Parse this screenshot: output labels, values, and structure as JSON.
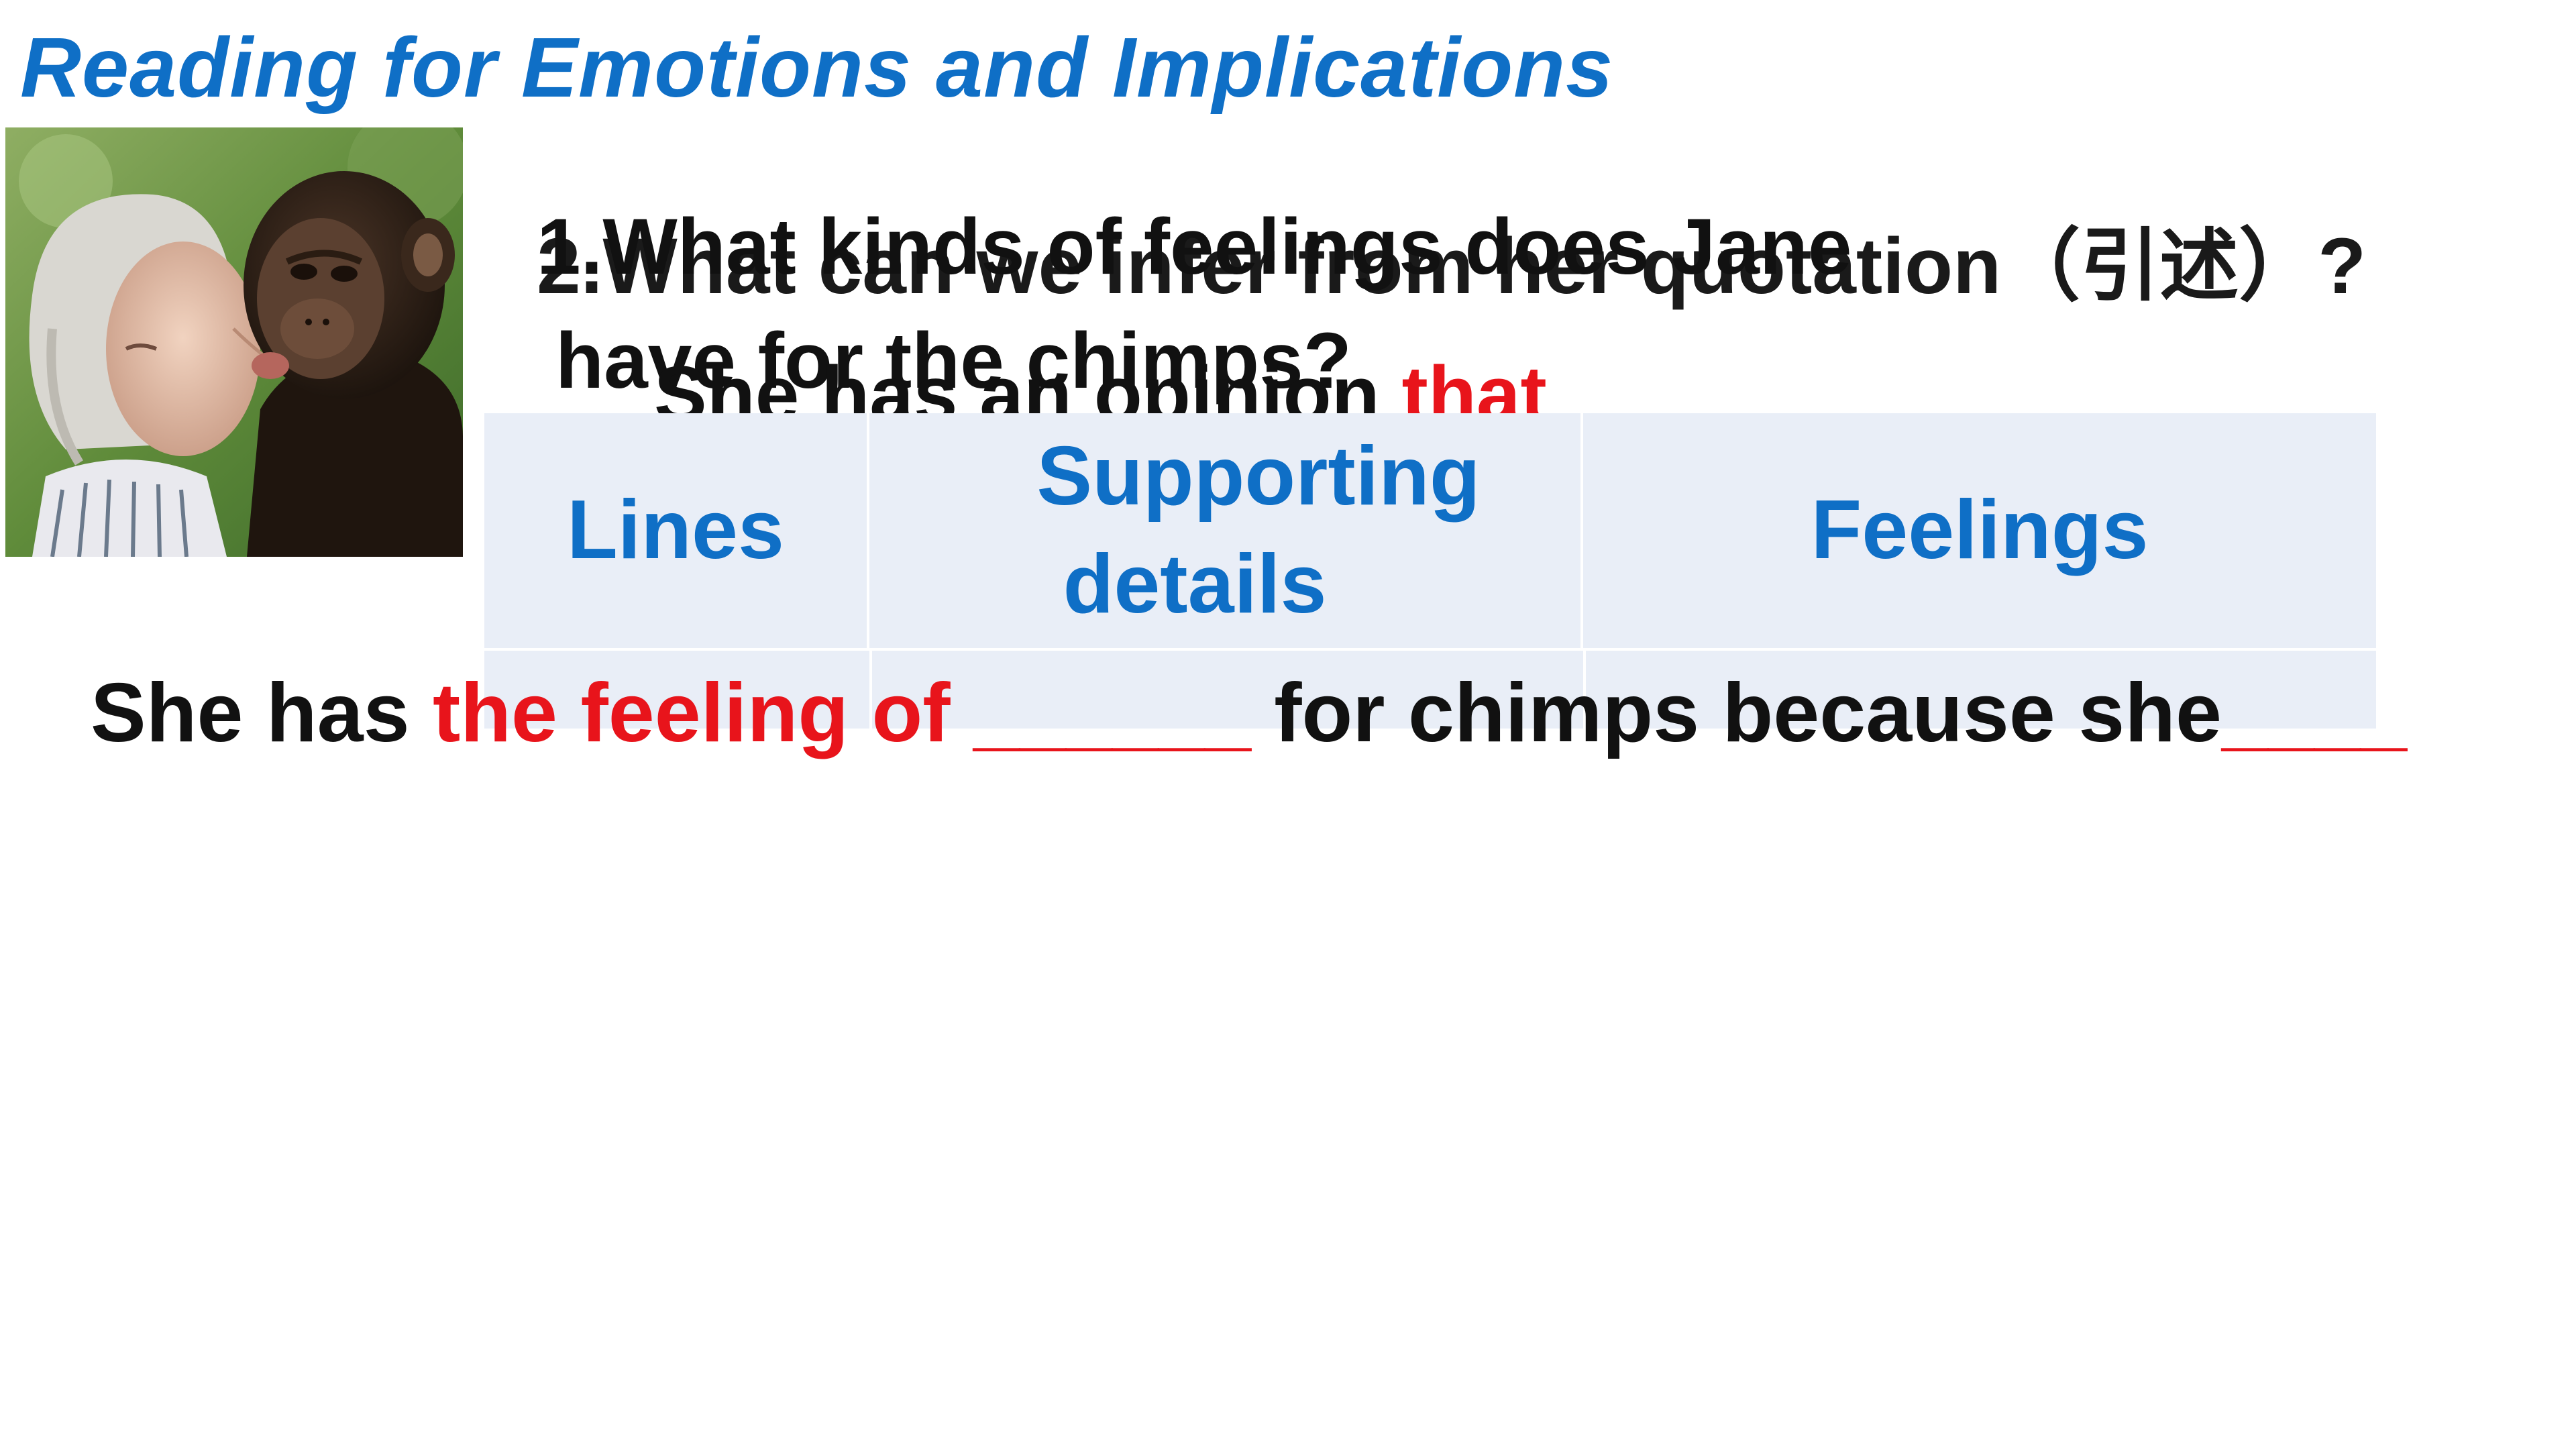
{
  "title": "Reading for Emotions and Implications",
  "photo": {
    "icon": "jane-and-chimp-photo",
    "colors": {
      "sky": "#5f8b3a",
      "fur": "#2a1d14",
      "skin": "#e8c7b3",
      "hair": "#dcdcd8"
    }
  },
  "questions": {
    "q1_line1": "1.What kinds of feelings does Jane",
    "q1_line2": "have for the chimps?",
    "q2_line1": "2.What can we infer from her quotation（引述）?"
  },
  "opinion": {
    "prefix": "She has an opinion ",
    "highlight": "that",
    "blank": " ______"
  },
  "table": {
    "headers": [
      "Lines",
      "Supporting details",
      "Feelings"
    ],
    "header_lines": {
      "details_1": "Supporting",
      "details_2": "details"
    }
  },
  "feeling_sentence": {
    "part1": "She has ",
    "highlight": "the feeling of ______",
    "part2": " for chimps because she",
    "blank": "____"
  },
  "colors": {
    "title": "#0F6FC6",
    "highlight": "#E8141B",
    "table_bg": "#E9EEF7",
    "text": "#111111"
  }
}
